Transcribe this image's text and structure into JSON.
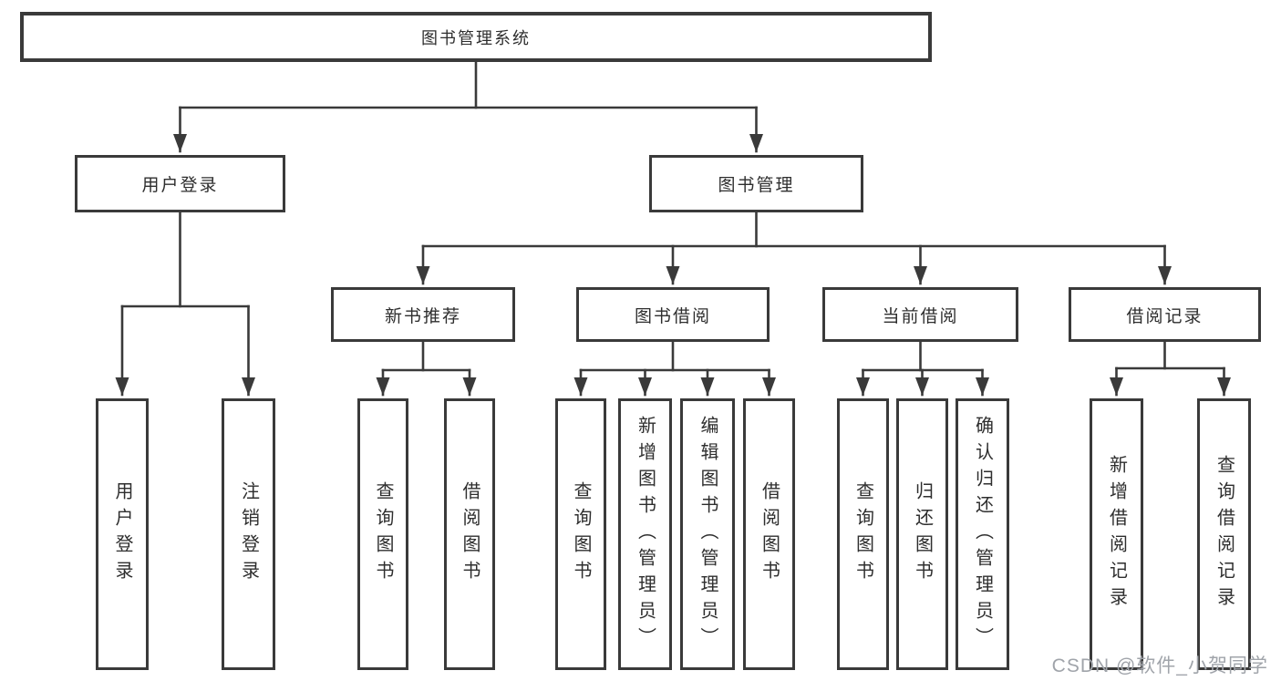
{
  "colors": {
    "outline": "#3a3a3a",
    "text": "#2e2e2e",
    "watermark_gray": "#a0a4aa",
    "background": "#ffffff"
  },
  "watermark": "CSDN @软件_小贺同学",
  "tree": {
    "root": "图书管理系统",
    "branches": [
      {
        "label": "用户登录",
        "children": [
          "用户登录",
          "注销登录"
        ]
      },
      {
        "label": "图书管理",
        "groups": [
          {
            "label": "新书推荐",
            "children": [
              "查询图书",
              "借阅图书"
            ]
          },
          {
            "label": "图书借阅",
            "children": [
              "查询图书",
              "新增图书（管理员）",
              "编辑图书（管理员）",
              "借阅图书"
            ]
          },
          {
            "label": "当前借阅",
            "children": [
              "查询图书",
              "归还图书",
              "确认归还（管理员）"
            ]
          },
          {
            "label": "借阅记录",
            "children": [
              "新增借阅记录",
              "查询借阅记录"
            ]
          }
        ]
      }
    ]
  }
}
